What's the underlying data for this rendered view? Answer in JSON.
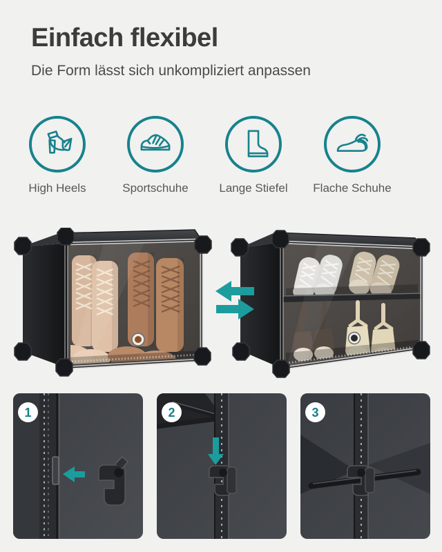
{
  "header": {
    "title": "Einfach flexibel",
    "subtitle": "Die Form lässt sich unkompliziert anpassen"
  },
  "features": [
    {
      "label": "High Heels",
      "icon": "high-heel-icon"
    },
    {
      "label": "Sportschuhe",
      "icon": "sneaker-icon"
    },
    {
      "label": "Lange Stiefel",
      "icon": "tall-boot-icon"
    },
    {
      "label": "Flache Schuhe",
      "icon": "flat-shoe-icon"
    }
  ],
  "comparison": {
    "left_cube_icon": "cube-with-boots-image",
    "right_cube_icon": "cube-with-two-shelves-image",
    "arrow_icons": [
      "arrow-left-icon",
      "arrow-right-icon"
    ]
  },
  "steps": [
    {
      "number": "1"
    },
    {
      "number": "2"
    },
    {
      "number": "3"
    }
  ],
  "colors": {
    "teal": "#17828d",
    "arrow_teal": "#1d9c9e",
    "background": "#f1f1f0",
    "panel_dark": "#3a3d42",
    "title_text": "#3c3c3c"
  }
}
